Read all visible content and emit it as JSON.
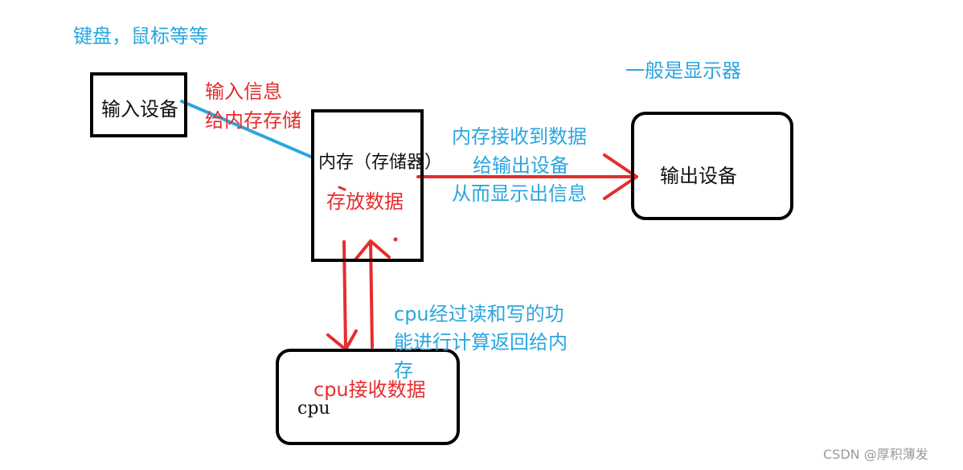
{
  "annotations": {
    "input_examples": "键盘，鼠标等等",
    "output_examples": "一般是显示器",
    "input_info_line1": "输入信息",
    "input_info_line2": "给内存存储",
    "memory_to_output_line1": "内存接收到数据",
    "memory_to_output_line2": "给输出设备",
    "memory_to_output_line3": "从而显示出信息",
    "memory_store_data": "存放数据",
    "cpu_rw_line1": "cpu经过读和写的功",
    "cpu_rw_line2": "能进行计算返回给内",
    "cpu_rw_line3": "存",
    "cpu_receive": "cpu接收数据"
  },
  "nodes": {
    "input_device": "输入设备",
    "memory": "内存（存储器）",
    "output_device": "输出设备",
    "cpu": "cpu"
  },
  "watermark": "CSDN @厚积薄发",
  "colors": {
    "black": "#111111",
    "blue": "#2aa6df",
    "red": "#e52d2d",
    "gray": "#9a9a9a"
  }
}
